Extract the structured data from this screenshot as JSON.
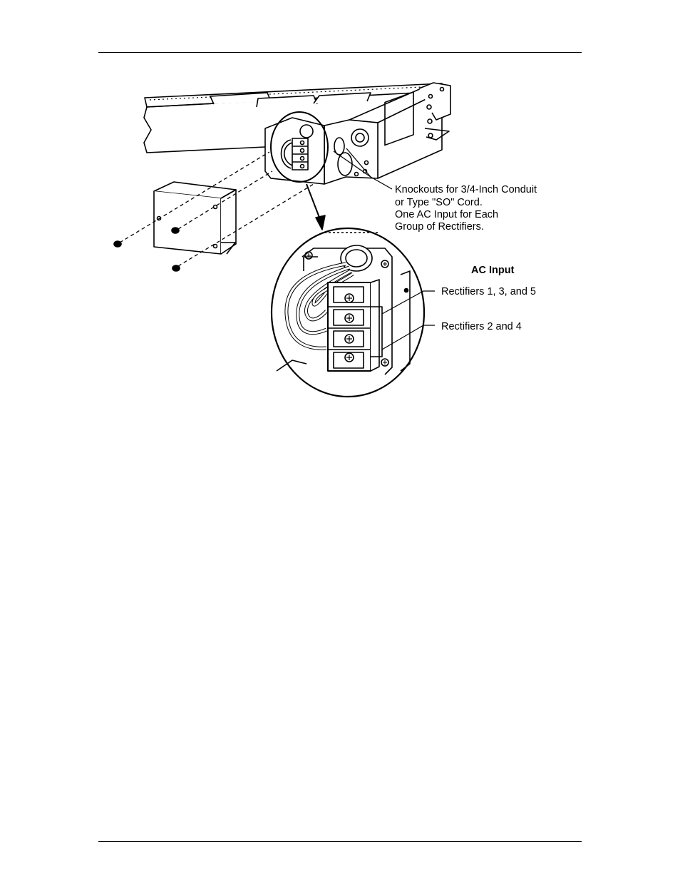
{
  "figure": {
    "callout_knockouts": {
      "lines": [
        "Knockouts for 3/4-Inch Conduit",
        "or Type \"SO\" Cord.",
        "One AC Input for Each",
        "Group of Rectifiers."
      ]
    },
    "detail": {
      "heading": "AC Input",
      "label_top": "Rectifiers 1, 3, and 5",
      "label_bottom": "Rectifiers 2 and 4"
    }
  }
}
